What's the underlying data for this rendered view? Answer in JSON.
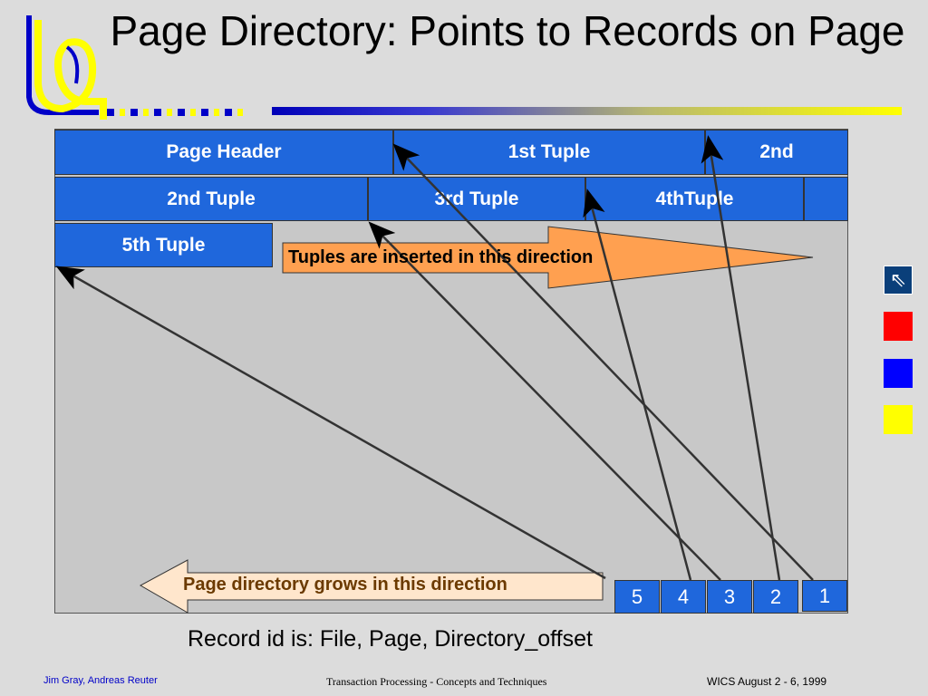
{
  "title": "Page Directory: Points to Records on Page",
  "tuples": {
    "page_header": "Page Header",
    "t1": "1st Tuple",
    "t2_part": "2nd",
    "t2": "2nd Tuple",
    "t3": "3rd Tuple",
    "t4": "4thTuple",
    "t5": "5th Tuple"
  },
  "notes": {
    "insert_direction": "Tuples are inserted in this direction",
    "directory_direction": "Page directory grows in this direction"
  },
  "directory": [
    "5",
    "4",
    "3",
    "2",
    "1"
  ],
  "record_id": "Record id is: File, Page, Directory_offset",
  "footer": {
    "authors": "Jim Gray, Andreas Reuter",
    "book": "Transaction Processing - Concepts and Techniques",
    "event": "WICS August 2 - 6, 1999"
  },
  "colors": {
    "tuple": "#1f67dc",
    "arrow_note": "#ffa050",
    "side_red": "#ff0000",
    "side_blue": "#0000ff",
    "side_yellow": "#ffff00"
  },
  "icons": {
    "nav": "arrow-up-left-icon"
  }
}
